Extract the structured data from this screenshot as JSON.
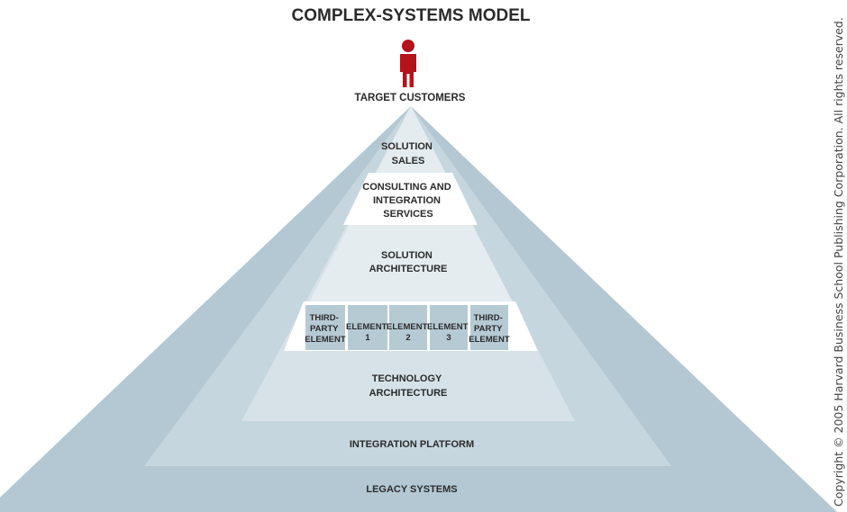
{
  "title": "COMPLEX-SYSTEMS MODEL",
  "top": {
    "label": "TARGET CUSTOMERS",
    "icon": "person-icon",
    "icon_color": "#b5121b"
  },
  "layers": {
    "solution_sales": [
      "SOLUTION",
      "SALES"
    ],
    "consulting": [
      "CONSULTING AND",
      "INTEGRATION",
      "SERVICES"
    ],
    "solution_architecture": [
      "SOLUTION",
      "ARCHITECTURE"
    ],
    "technology_architecture": [
      "TECHNOLOGY",
      "ARCHITECTURE"
    ],
    "integration_platform": "INTEGRATION PLATFORM",
    "legacy_systems": "LEGACY SYSTEMS"
  },
  "elements": [
    [
      "THIRD-",
      "PARTY",
      "ELEMENT"
    ],
    [
      "ELEMENT",
      "1"
    ],
    [
      "ELEMENT",
      "2"
    ],
    [
      "ELEMENT",
      "3"
    ],
    [
      "THIRD-",
      "PARTY",
      "ELEMENT"
    ]
  ],
  "copyright": "Copyright © 2005 Harvard Business School Publishing Corporation. All rights reserved.",
  "colors": {
    "outer_band": "#b3c8d2",
    "middle_band": "#c6d6de",
    "inner_band": "#d6e2e8",
    "light_panel": "#e4ecf0",
    "element_box": "#b6cad4",
    "white": "#ffffff"
  }
}
